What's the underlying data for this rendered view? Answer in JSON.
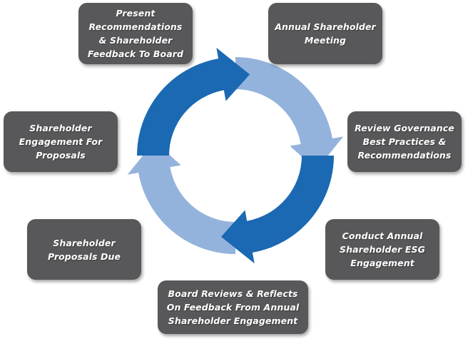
{
  "diagram": {
    "type": "cycle",
    "direction": "clockwise",
    "colors": {
      "box_fill": "#58585a",
      "box_text": "#ffffff",
      "arrow_dark": "#1b69b2",
      "arrow_light": "#94b3dc"
    },
    "steps": [
      {
        "id": "present-recommendations",
        "label": "Present\nRecommendations\n& Shareholder\nFeedback To Board"
      },
      {
        "id": "annual-meeting",
        "label": "Annual Shareholder\nMeeting"
      },
      {
        "id": "review-governance",
        "label": "Review Governance\nBest Practices &\nRecommendations"
      },
      {
        "id": "esg-engagement",
        "label": "Conduct Annual\nShareholder ESG\nEngagement"
      },
      {
        "id": "board-reviews",
        "label": "Board Reviews & Reflects\nOn Feedback From Annual\nShareholder Engagement"
      },
      {
        "id": "proposals-due",
        "label": "Shareholder\nProposals Due"
      },
      {
        "id": "engagement-for-proposals",
        "label": "Shareholder\nEngagement For\nProposals"
      }
    ],
    "arrows": [
      {
        "name": "arrow-top",
        "shade": "dark",
        "points_to": "right"
      },
      {
        "name": "arrow-right",
        "shade": "light",
        "points_to": "down"
      },
      {
        "name": "arrow-bottom",
        "shade": "dark",
        "points_to": "left"
      },
      {
        "name": "arrow-left",
        "shade": "light",
        "points_to": "up"
      }
    ]
  }
}
